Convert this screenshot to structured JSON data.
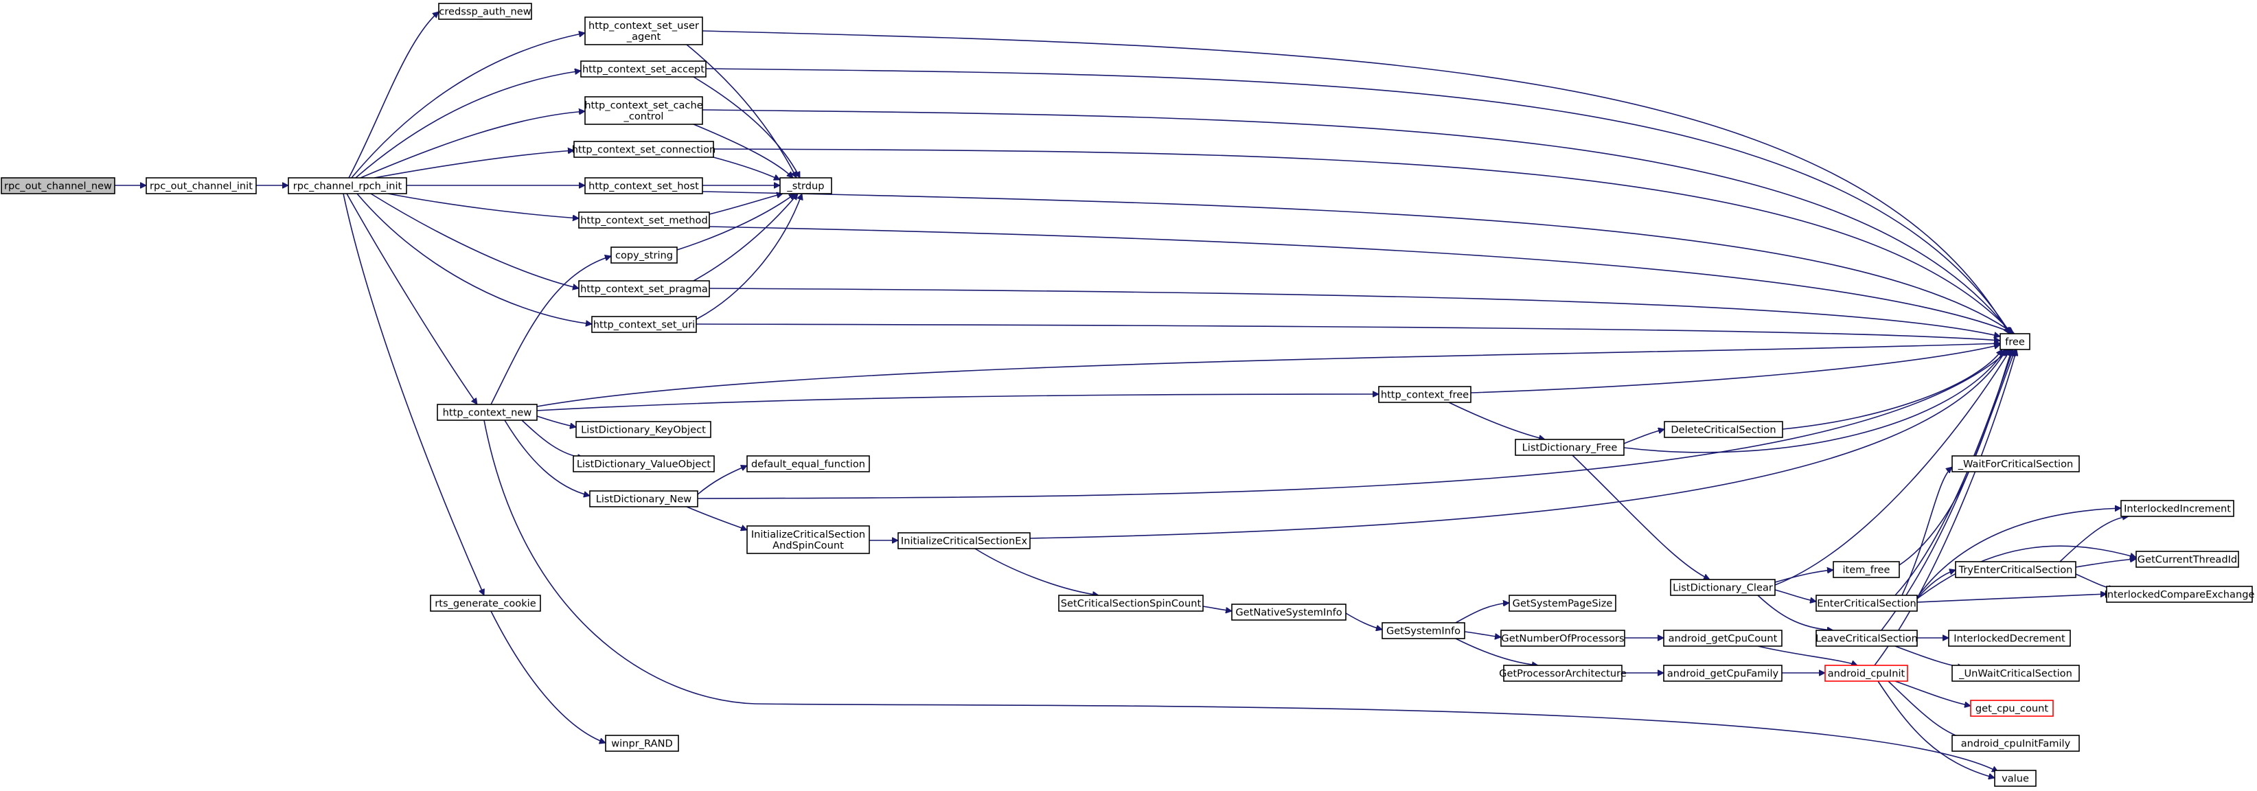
{
  "colors": {
    "background": "#ffffff",
    "edge": "#191970",
    "node_fill": "#ffffff",
    "node_border": "#000000",
    "root_fill": "#bfbfbf",
    "truncated_border": "#ff0000"
  },
  "nodes": {
    "rpc_out_channel_new": {
      "label": [
        "rpc_out_channel_new"
      ]
    },
    "rpc_out_channel_init": {
      "label": [
        "rpc_out_channel_init"
      ]
    },
    "rpc_channel_rpch_init": {
      "label": [
        "rpc_channel_rpch_init"
      ]
    },
    "credssp_auth_new": {
      "label": [
        "credssp_auth_new"
      ]
    },
    "http_context_set_user_agent": {
      "label": [
        "http_context_set_user",
        "_agent"
      ]
    },
    "http_context_set_accept": {
      "label": [
        "http_context_set_accept"
      ]
    },
    "http_context_set_cache_control": {
      "label": [
        "http_context_set_cache",
        "_control"
      ]
    },
    "http_context_set_connection": {
      "label": [
        "http_context_set_connection"
      ]
    },
    "http_context_set_host": {
      "label": [
        "http_context_set_host"
      ]
    },
    "http_context_set_method": {
      "label": [
        "http_context_set_method"
      ]
    },
    "copy_string": {
      "label": [
        "copy_string"
      ]
    },
    "http_context_set_pragma": {
      "label": [
        "http_context_set_pragma"
      ]
    },
    "http_context_set_uri": {
      "label": [
        "http_context_set_uri"
      ]
    },
    "strdup": {
      "label": [
        "_strdup"
      ]
    },
    "free": {
      "label": [
        "free"
      ]
    },
    "http_context_new": {
      "label": [
        "http_context_new"
      ]
    },
    "http_context_free": {
      "label": [
        "http_context_free"
      ]
    },
    "ListDictionary_KeyObject": {
      "label": [
        "ListDictionary_KeyObject"
      ]
    },
    "ListDictionary_ValueObject": {
      "label": [
        "ListDictionary_ValueObject"
      ]
    },
    "default_equal_function": {
      "label": [
        "default_equal_function"
      ]
    },
    "ListDictionary_New": {
      "label": [
        "ListDictionary_New"
      ]
    },
    "ListDictionary_Free": {
      "label": [
        "ListDictionary_Free"
      ]
    },
    "DeleteCriticalSection": {
      "label": [
        "DeleteCriticalSection"
      ]
    },
    "InitializeCriticalSectionAndSpinCount": {
      "label": [
        "InitializeCriticalSection",
        "AndSpinCount"
      ]
    },
    "InitializeCriticalSectionEx": {
      "label": [
        "InitializeCriticalSectionEx"
      ]
    },
    "SetCriticalSectionSpinCount": {
      "label": [
        "SetCriticalSectionSpinCount"
      ]
    },
    "GetNativeSystemInfo": {
      "label": [
        "GetNativeSystemInfo"
      ]
    },
    "GetSystemInfo": {
      "label": [
        "GetSystemInfo"
      ]
    },
    "GetSystemPageSize": {
      "label": [
        "GetSystemPageSize"
      ]
    },
    "GetNumberOfProcessors": {
      "label": [
        "GetNumberOfProcessors"
      ]
    },
    "GetProcessorArchitecture": {
      "label": [
        "GetProcessorArchitecture"
      ]
    },
    "android_getCpuCount": {
      "label": [
        "android_getCpuCount"
      ]
    },
    "android_getCpuFamily": {
      "label": [
        "android_getCpuFamily"
      ]
    },
    "android_cpuInit": {
      "label": [
        "android_cpuInit"
      ]
    },
    "ListDictionary_Clear": {
      "label": [
        "ListDictionary_Clear"
      ]
    },
    "item_free": {
      "label": [
        "item_free"
      ]
    },
    "EnterCriticalSection": {
      "label": [
        "EnterCriticalSection"
      ]
    },
    "LeaveCriticalSection": {
      "label": [
        "LeaveCriticalSection"
      ]
    },
    "WaitForCriticalSection": {
      "label": [
        "_WaitForCriticalSection"
      ]
    },
    "TryEnterCriticalSection": {
      "label": [
        "TryEnterCriticalSection"
      ]
    },
    "InterlockedIncrement": {
      "label": [
        "InterlockedIncrement"
      ]
    },
    "GetCurrentThreadId": {
      "label": [
        "GetCurrentThreadId"
      ]
    },
    "InterlockedCompareExchange": {
      "label": [
        "InterlockedCompareExchange"
      ]
    },
    "InterlockedDecrement": {
      "label": [
        "InterlockedDecrement"
      ]
    },
    "UnWaitCriticalSection": {
      "label": [
        "_UnWaitCriticalSection"
      ]
    },
    "get_cpu_count": {
      "label": [
        "get_cpu_count"
      ]
    },
    "android_cpuInitFamily": {
      "label": [
        "android_cpuInitFamily"
      ]
    },
    "value": {
      "label": [
        "value"
      ]
    },
    "rts_generate_cookie": {
      "label": [
        "rts_generate_cookie"
      ]
    },
    "winpr_RAND": {
      "label": [
        "winpr_RAND"
      ]
    }
  }
}
